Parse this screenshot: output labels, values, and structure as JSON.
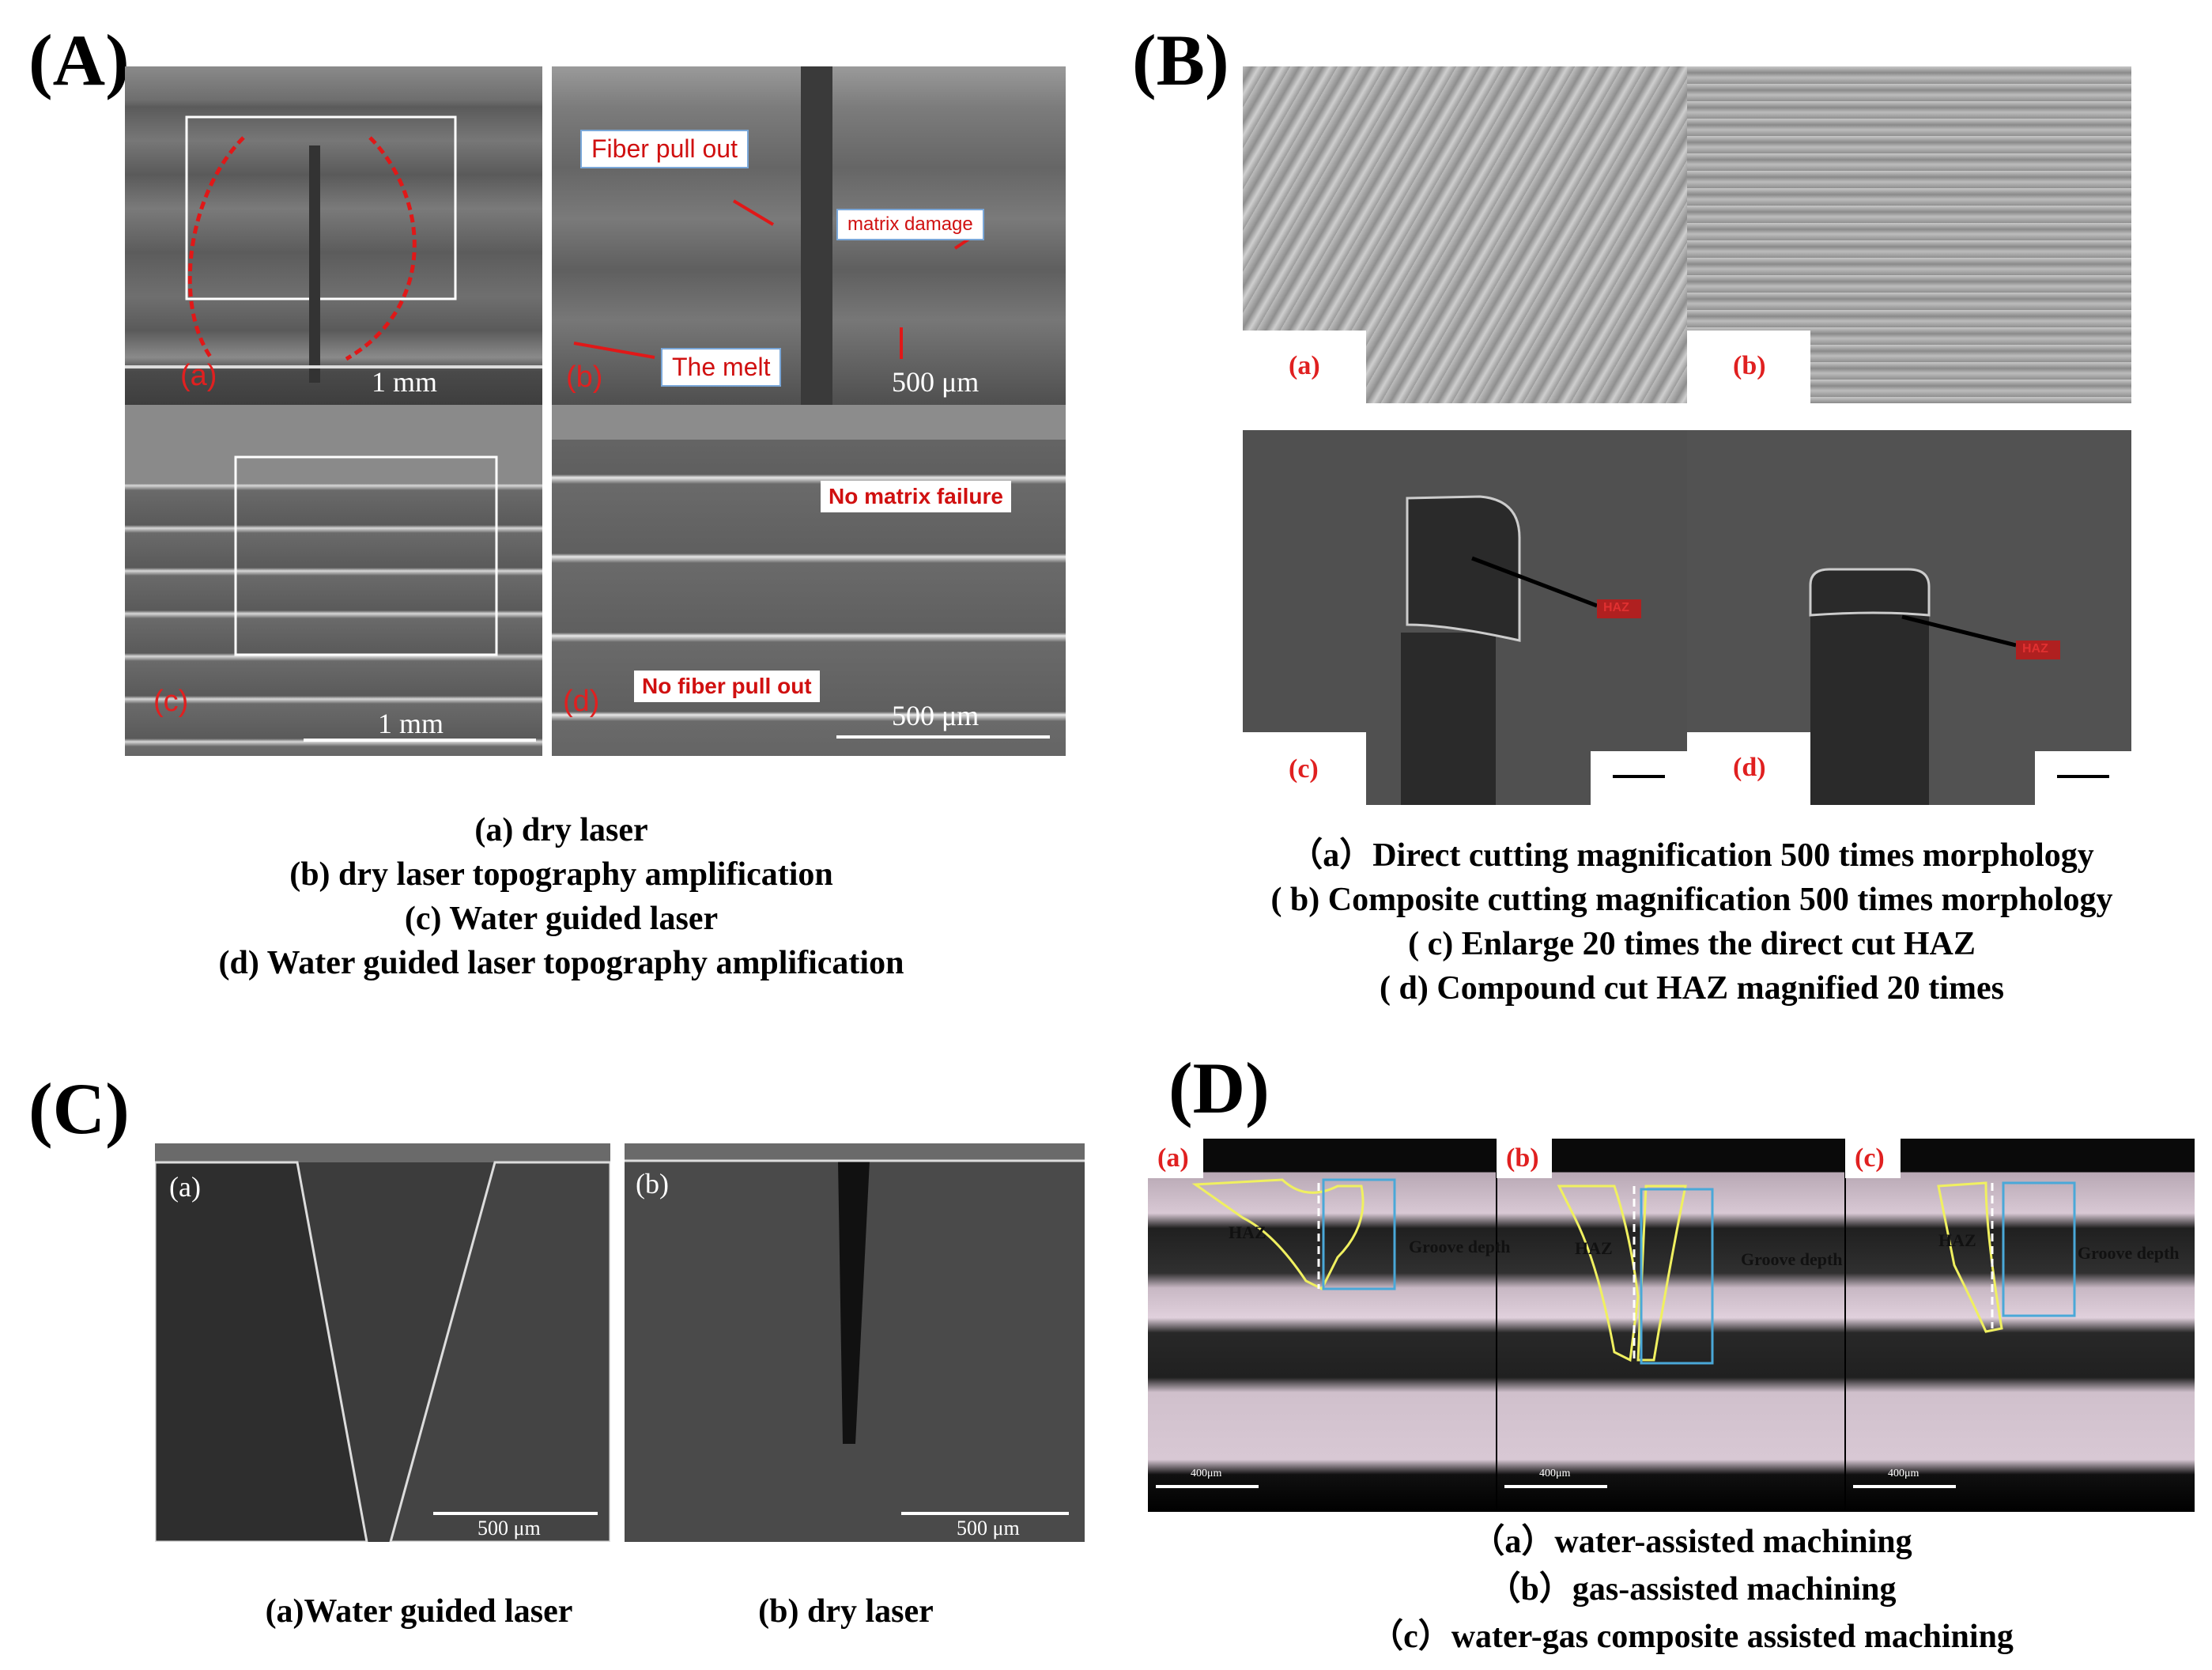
{
  "panelA": {
    "letter": "(A)",
    "labels": [
      "(a)",
      "(b)",
      "(c)",
      "(d)"
    ],
    "scale_1mm": "1 mm",
    "scale_500um": "500 μm",
    "callouts": {
      "fiber_pull_out": "Fiber pull out",
      "matrix_damage": "matrix damage",
      "the_melt": "The melt",
      "no_matrix_failure": "No matrix failure",
      "no_fiber_pull_out": "No fiber pull out"
    },
    "captions": [
      "(a) dry laser",
      "(b) dry laser topography amplification",
      "(c) Water guided laser",
      "(d) Water guided laser topography amplification"
    ]
  },
  "panelB": {
    "letter": "(B)",
    "labels": [
      "(a)",
      "(b)",
      "(c)",
      "(d)"
    ],
    "haz": "HAZ",
    "captions": [
      "（a）Direct cutting magnification 500 times morphology",
      "( b) Composite cutting magnification 500 times morphology",
      "( c) Enlarge 20 times the direct cut HAZ",
      "( d) Compound cut HAZ magnified 20 times"
    ]
  },
  "panelC": {
    "letter": "(C)",
    "labels": [
      "(a)",
      "(b)"
    ],
    "scale": "500 μm",
    "captions": [
      "(a)Water guided laser",
      "(b) dry laser"
    ]
  },
  "panelD": {
    "letter": "(D)",
    "labels": [
      "(a)",
      "(b)",
      "(c)"
    ],
    "haz": "HAZ",
    "groove_depth": "Groove depth",
    "scale": "400μm",
    "captions": [
      "（a）water-assisted machining",
      "（b）gas-assisted machining",
      "（c）water-gas composite assisted machining"
    ]
  }
}
